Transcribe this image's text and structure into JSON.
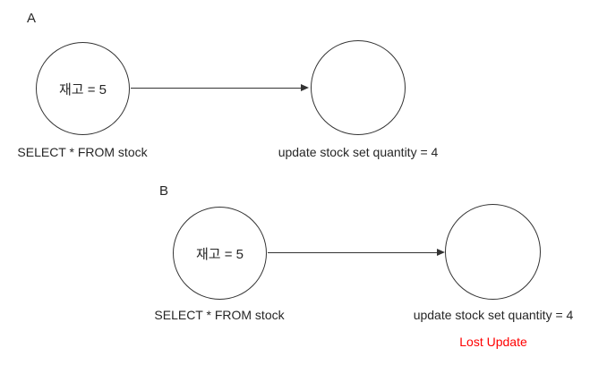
{
  "canvas": {
    "background": "#ffffff"
  },
  "colors": {
    "stroke": "#333333",
    "text": "#262626",
    "annotation_red": "#ff0000"
  },
  "sections": [
    {
      "label": "A",
      "source_node": {
        "text": "재고 = 5",
        "caption": "SELECT * FROM stock"
      },
      "target_node": {
        "caption": "update stock set quantity = 4"
      }
    },
    {
      "label": "B",
      "source_node": {
        "text": "재고 = 5",
        "caption": "SELECT * FROM stock"
      },
      "target_node": {
        "caption": "update stock set quantity = 4",
        "annotation": "Lost Update"
      }
    }
  ]
}
